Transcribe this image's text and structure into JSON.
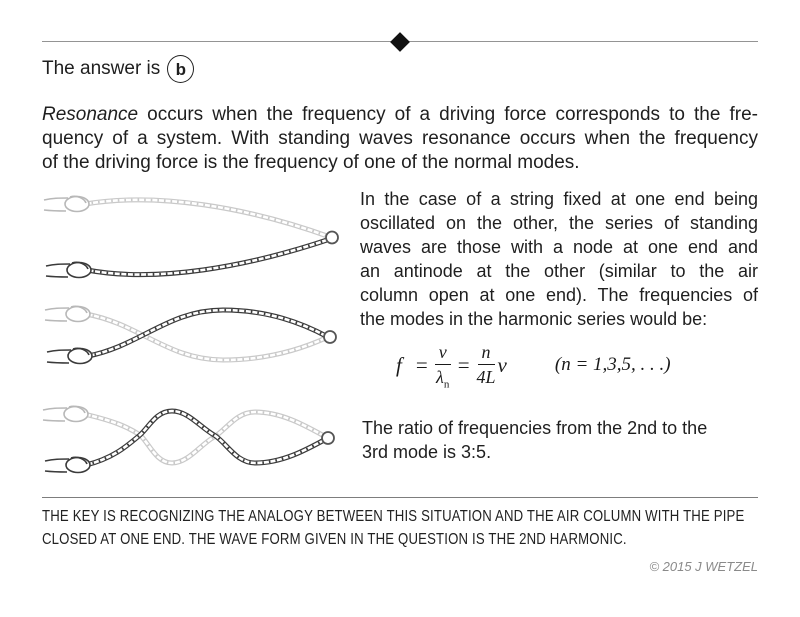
{
  "header": {
    "answer_prefix": "The answer is",
    "answer_letter": "b"
  },
  "intro": {
    "italic_lead": "Resonance",
    "line1_rest": " occurs when the frequency of a driving force corresponds to the fre-",
    "line2": "quency of a system.  With standing waves resonance occurs when the frequency",
    "line3": "of the driving force is the frequency of one of the normal modes."
  },
  "explanation": {
    "lines": [
      "In the case of a string fixed at one end being",
      "oscillated on the other, the series of standing",
      "waves are those with a node at one end and",
      "an antinode at the other (similar to the air",
      "column open at one end). The frequencies of",
      "the modes in the harmonic series would be:"
    ]
  },
  "formula": {
    "f": "f",
    "eq1": "=",
    "frac1_num": "v",
    "frac1_den": "λ",
    "frac1_den_sub": "n",
    "eq2": "=",
    "frac2_num": "n",
    "frac2_den": "4L",
    "trail": "v",
    "condition": "(n = 1,3,5, . . .)"
  },
  "ratio": {
    "line1": "The ratio of frequencies from the 2nd to the",
    "line2": "3rd mode is 3:5."
  },
  "figures": {
    "description": "standing waves on a string, modes 1-3, node at ring end, antinode at hand end"
  },
  "footer": {
    "note_line1": "THE KEY IS RECOGNIZING THE ANALOGY BETWEEN THIS SITUATION AND THE AIR COLUMN WITH THE PIPE",
    "note_line2": "CLOSED AT ONE END.  THE WAVE FORM GIVEN IN THE QUESTION IS THE 2ND HARMONIC.",
    "copyright": "© 2015 J WETZEL"
  },
  "colors": {
    "text": "#1f1f1f",
    "rule": "#949494",
    "diamond": "#111111",
    "rope_dark": "#3b3b3b",
    "rope_light": "#c9c9c9",
    "copyright": "#8a8a8a"
  }
}
